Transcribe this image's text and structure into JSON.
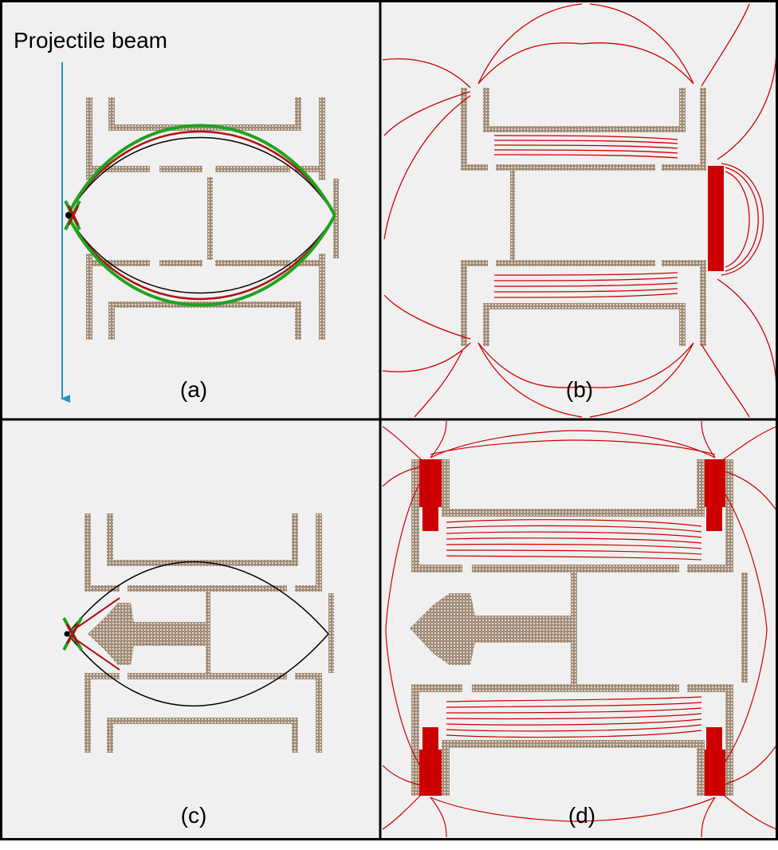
{
  "figure": {
    "beam_label": "Projectile beam",
    "panels": [
      {
        "id": "a",
        "label": "(a)",
        "content": "ion trajectories"
      },
      {
        "id": "b",
        "label": "(b)",
        "content": "equipotential lines"
      },
      {
        "id": "c",
        "label": "(c)",
        "content": "ion trajectories"
      },
      {
        "id": "d",
        "label": "(d)",
        "content": "equipotential lines"
      }
    ]
  },
  "colors": {
    "panel_background": "#f0f0f0",
    "electrode": "#a08c78",
    "equipotential": "#cc0000",
    "beam_arrow": "#2e8fc4",
    "trajectory_green": "#1fa31f",
    "trajectory_red": "#b01010",
    "trajectory_black": "#000000"
  }
}
